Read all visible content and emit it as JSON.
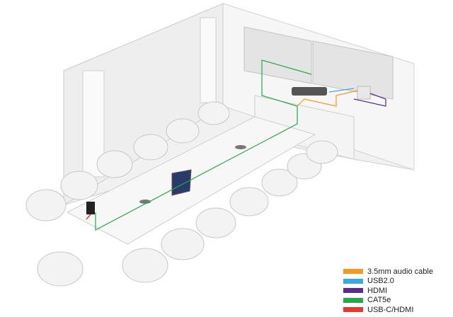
{
  "legend": [
    {
      "label": "3.5mm audio cable",
      "color": "#f39a1e"
    },
    {
      "label": "USB2.0",
      "color": "#3aa9e0"
    },
    {
      "label": "HDMI",
      "color": "#5b2a8a"
    },
    {
      "label": "CAT5e",
      "color": "#27a845"
    },
    {
      "label": "USB-C/HDMI",
      "color": "#e33a2c"
    }
  ]
}
